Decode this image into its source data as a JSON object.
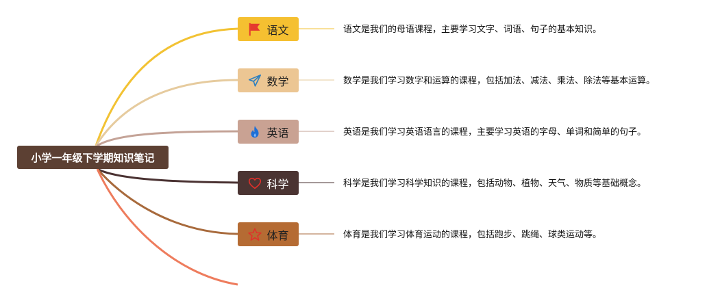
{
  "root": {
    "title": "小学一年级下学期知识笔记",
    "color": "#5c4033"
  },
  "branches": [
    {
      "label": "语文",
      "icon": "red-flag-icon",
      "node_color": "#f5c031",
      "line_color": "#f2c233",
      "description": "语文是我们的母语课程，主要学习文字、词语、句子的基本知识。"
    },
    {
      "label": "数学",
      "icon": "paper-plane-icon",
      "node_color": "#ecc693",
      "line_color": "#e6cb9e",
      "description": "数学是我们学习数字和运算的课程，包括加法、减法、乘法、除法等基本运算。"
    },
    {
      "label": "英语",
      "icon": "flame-icon",
      "node_color": "#c9a293",
      "line_color": "#c4a397",
      "description": "英语是我们学习英语语言的课程，主要学习英语的字母、单词和简单的句子。"
    },
    {
      "label": "科学",
      "icon": "heart-icon",
      "node_color": "#4b3432",
      "line_color": "#4a3232",
      "description": "科学是我们学习科学知识的课程，包括动物、植物、天气、物质等基础概念。"
    },
    {
      "label": "体育",
      "icon": "star-icon",
      "node_color": "#b56b33",
      "line_color": "#a86a3c",
      "description": "体育是我们学习体育运动的课程，包括跑步、跳绳、球类运动等。"
    }
  ],
  "extra_branch_color": "#ee7c5d"
}
